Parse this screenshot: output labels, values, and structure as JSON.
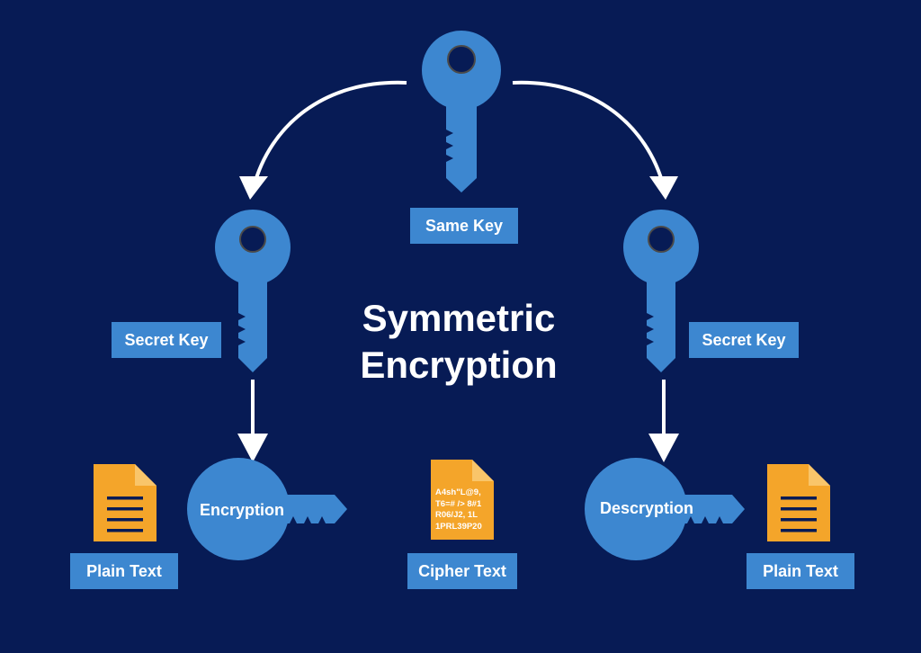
{
  "title": {
    "line1": "Symmetric",
    "line2": "Encryption"
  },
  "labels": {
    "same_key": "Same Key",
    "secret_key_left": "Secret Key",
    "secret_key_right": "Secret Key",
    "plain_text_left": "Plain Text",
    "cipher_text": "Cipher Text",
    "plain_text_right": "Plain Text"
  },
  "keys": {
    "encryption": "Encryption",
    "decryption": "Descryption"
  },
  "cipher_content": [
    "A4sh\"L@9,",
    "T6=# /> 8#1",
    "R06/J2, 1L",
    "1PRL39P20"
  ],
  "colors": {
    "background": "#071b55",
    "key_blue": "#3d87d0",
    "document_orange": "#f4a52a",
    "arrow": "#ffffff"
  }
}
